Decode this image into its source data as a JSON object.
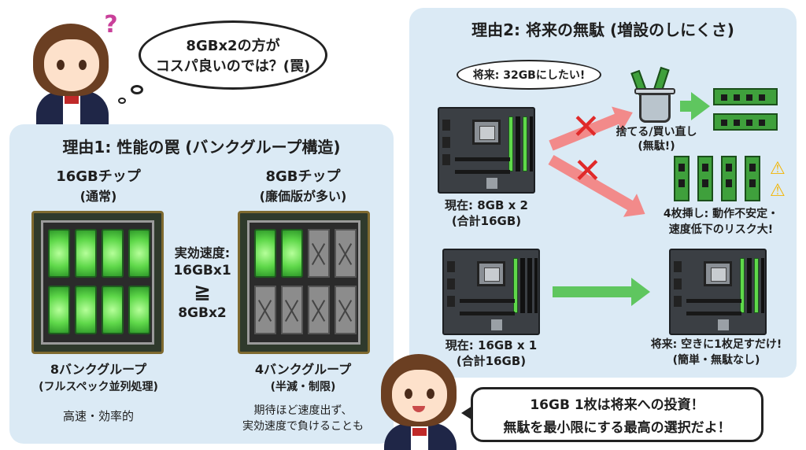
{
  "top_bubble": {
    "line1": "8GBx2の方が",
    "line2": "コスパ良いのでは？(罠)"
  },
  "question_mark": "?",
  "left_panel": {
    "title": "理由1: 性能の罠 (バンクグループ構造)",
    "chip16": {
      "name": "16GBチップ",
      "sub": "(通常)",
      "groups": "8バンクグループ",
      "groups_sub": "(フルスペック並列処理)",
      "note": "高速・効率的"
    },
    "chip8": {
      "name": "8GBチップ",
      "sub": "(廉価版が多い)",
      "groups": "4バンクグループ",
      "groups_sub": "(半減・制限)",
      "note1": "期待ほど速度出ず、",
      "note2": "実効速度で負けることも"
    },
    "compare": {
      "line1": "実効速度:",
      "line2": "16GBx1",
      "op": "≧",
      "line3": "8GBx2"
    }
  },
  "right_panel": {
    "title": "理由2: 将来の無駄 (増設のしにくさ)",
    "future_bubble": "将来: 32GBにしたい!",
    "current_8x2": {
      "line1": "現在: 8GB x 2",
      "line2": "(合計16GB)"
    },
    "trash": {
      "line1": "捨てる/買い直し",
      "line2": "(無駄!)"
    },
    "four_slots": {
      "line1": "4枚挿し: 動作不安定・",
      "line2": "速度低下のリスク大!"
    },
    "current_16x1": {
      "line1": "現在: 16GB x 1",
      "line2": "(合計16GB)"
    },
    "future_add": {
      "line1": "将来: 空きに1枚足すだけ!",
      "line2": "(簡単・無駄なし)"
    },
    "x_mark": "✕",
    "warn_icon": "⚠"
  },
  "bottom_bubble": {
    "line1": "16GB 1枚は将来への投資！",
    "line2": "無駄を最小限にする最高の選択だよ！"
  },
  "colors": {
    "panel": "#dbeaf5",
    "bank_green": "#5fd84a",
    "arrow_green": "#5fc65f",
    "arrow_red": "#f28a8a",
    "x_red": "#e02a2a",
    "warn_yellow": "#f2b400"
  }
}
